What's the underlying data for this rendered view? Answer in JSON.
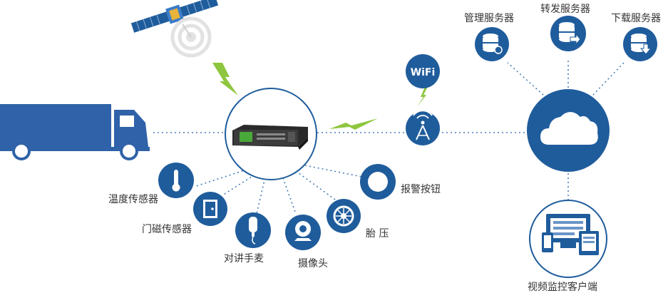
{
  "labels": {
    "manage_server": "管理服务器",
    "forward_server": "转发服务器",
    "download_server": "下载服务器",
    "temp_sensor": "温度传感器",
    "door_sensor": "门磁传感器",
    "intercom_mic": "对讲手麦",
    "camera": "摄像头",
    "tire_pressure": "胎 压",
    "alarm_button": "报警按钮",
    "video_client": "视频监控客户端",
    "wifi": "WiFi"
  },
  "colors": {
    "primary": "#1f5c9c",
    "truck": "#2f62a8",
    "lightning": "#8ec63f",
    "line": "#4a7fb8",
    "text": "#333333"
  },
  "icons": {
    "satellite": "satellite-icon",
    "truck": "truck-icon",
    "device": "dvr-device-icon",
    "wifi": "wifi-icon",
    "antenna": "antenna-tower-icon",
    "cloud": "cloud-icon",
    "thermometer": "thermometer-icon",
    "door": "door-icon",
    "microphone": "handheld-mic-icon",
    "camera": "webcam-icon",
    "tire": "tire-icon",
    "alarm": "alarm-button-icon",
    "database": "database-icon",
    "client": "multi-screen-icon"
  }
}
